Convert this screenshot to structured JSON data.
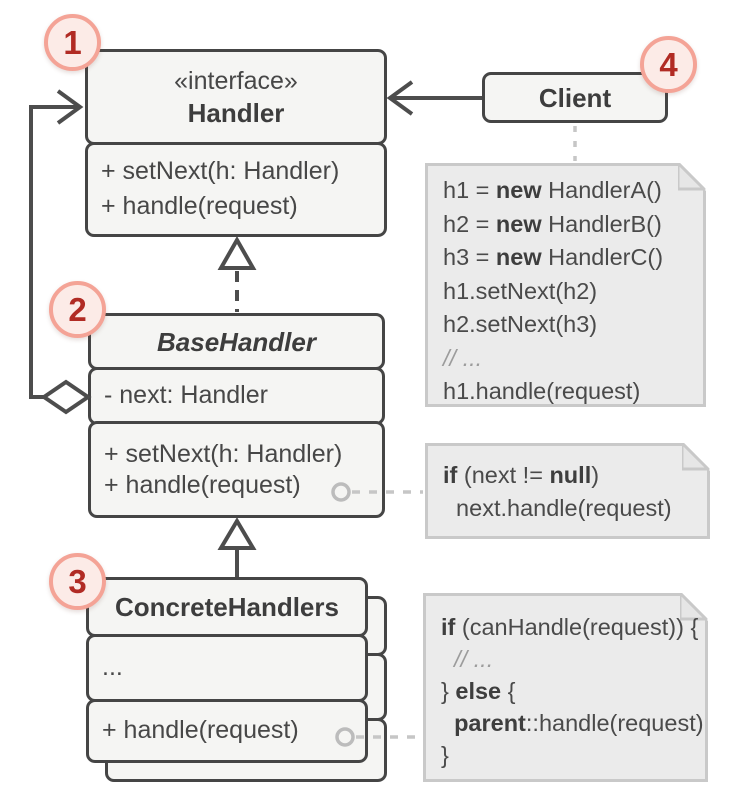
{
  "diagram": {
    "title": "Chain of Responsibility UML diagram",
    "colors": {
      "background": "#ffffff",
      "box_border": "#454545",
      "box_fill": "#f5f5f3",
      "line": "#4d4d4d",
      "note_fill": "#ebebeb",
      "note_border": "#c9c9c9",
      "text": "#474747",
      "comment_text": "#9c9c9c",
      "light_dash": "#c6c6c6",
      "badge_fill": "#fcebe7",
      "badge_border": "#f4a396",
      "badge_text": "#b12b24"
    }
  },
  "classes": {
    "handler": {
      "stereotype": "«interface»",
      "name": "Handler",
      "methods": [
        "+ setNext(h: Handler)",
        "+ handle(request)"
      ]
    },
    "base_handler": {
      "name": "BaseHandler",
      "fields": [
        "- next: Handler"
      ],
      "methods": [
        "+ setNext(h: Handler)",
        "+ handle(request)"
      ]
    },
    "concrete_handlers": {
      "name": "ConcreteHandlers",
      "fields": [
        "..."
      ],
      "methods": [
        "+ handle(request)"
      ]
    },
    "client": {
      "name": "Client"
    }
  },
  "badges": [
    {
      "number": "1"
    },
    {
      "number": "2"
    },
    {
      "number": "3"
    },
    {
      "number": "4"
    }
  ],
  "notes": {
    "client_code": {
      "lines": [
        [
          {
            "t": "h1 = "
          },
          {
            "t": "new",
            "style": "bold"
          },
          {
            "t": " HandlerA()"
          }
        ],
        [
          {
            "t": "h2 = "
          },
          {
            "t": "new",
            "style": "bold"
          },
          {
            "t": " HandlerB()"
          }
        ],
        [
          {
            "t": "h3 = "
          },
          {
            "t": "new",
            "style": "bold"
          },
          {
            "t": " HandlerC()"
          }
        ],
        [
          {
            "t": "h1.setNext(h2)"
          }
        ],
        [
          {
            "t": "h2.setNext(h3)"
          }
        ],
        [
          {
            "t": "// ...",
            "style": "comment"
          }
        ],
        [
          {
            "t": "h1.handle(request)"
          }
        ]
      ]
    },
    "base_handle_code": {
      "lines": [
        [
          {
            "t": "if",
            "style": "bold"
          },
          {
            "t": " (next != "
          },
          {
            "t": "null",
            "style": "bold"
          },
          {
            "t": ")"
          }
        ],
        [
          {
            "t": "  next.handle(request)"
          }
        ]
      ]
    },
    "concrete_handle_code": {
      "lines": [
        [
          {
            "t": "if",
            "style": "bold"
          },
          {
            "t": " (canHandle(request)) {"
          }
        ],
        [
          {
            "t": "  "
          },
          {
            "t": "// ...",
            "style": "comment"
          }
        ],
        [
          {
            "t": "} "
          },
          {
            "t": "else",
            "style": "bold"
          },
          {
            "t": " {"
          }
        ],
        [
          {
            "t": "  "
          },
          {
            "t": "parent",
            "style": "bold"
          },
          {
            "t": "::handle(request)"
          }
        ],
        [
          {
            "t": "}"
          }
        ]
      ]
    }
  }
}
